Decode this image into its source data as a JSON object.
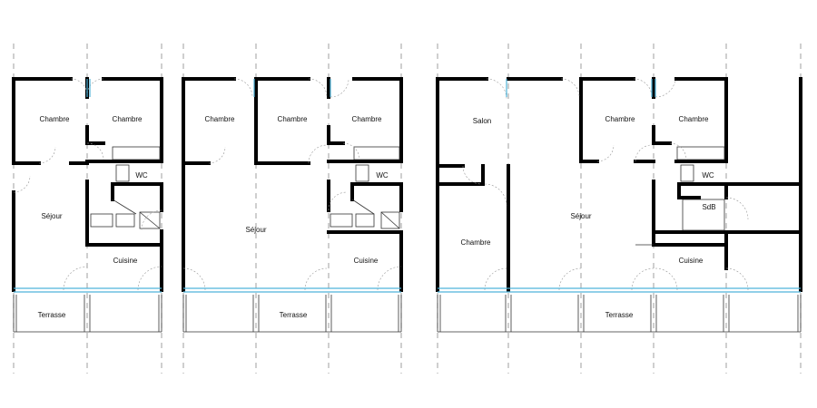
{
  "plans": [
    {
      "rooms": [
        {
          "label": "Chambre"
        },
        {
          "label": "Chambre"
        },
        {
          "label": "WC"
        },
        {
          "label": "Séjour"
        },
        {
          "label": "Cuisine"
        },
        {
          "label": "Terrasse"
        }
      ]
    },
    {
      "rooms": [
        {
          "label": "Chambre"
        },
        {
          "label": "Chambre"
        },
        {
          "label": "Chambre"
        },
        {
          "label": "WC"
        },
        {
          "label": "Séjour"
        },
        {
          "label": "Cuisine"
        },
        {
          "label": "Terrasse"
        }
      ]
    },
    {
      "rooms": [
        {
          "label": "Salon"
        },
        {
          "label": "Chambre"
        },
        {
          "label": "Chambre"
        },
        {
          "label": "Chambre"
        },
        {
          "label": "WC"
        },
        {
          "label": "SdB"
        },
        {
          "label": "Séjour"
        },
        {
          "label": "Cuisine"
        },
        {
          "label": "Terrasse"
        }
      ]
    }
  ],
  "colors": {
    "wall": "#000000",
    "thin_line": "#333333",
    "window": "#4fb3d9",
    "door_swing": "#999999",
    "axis": "#777777"
  }
}
